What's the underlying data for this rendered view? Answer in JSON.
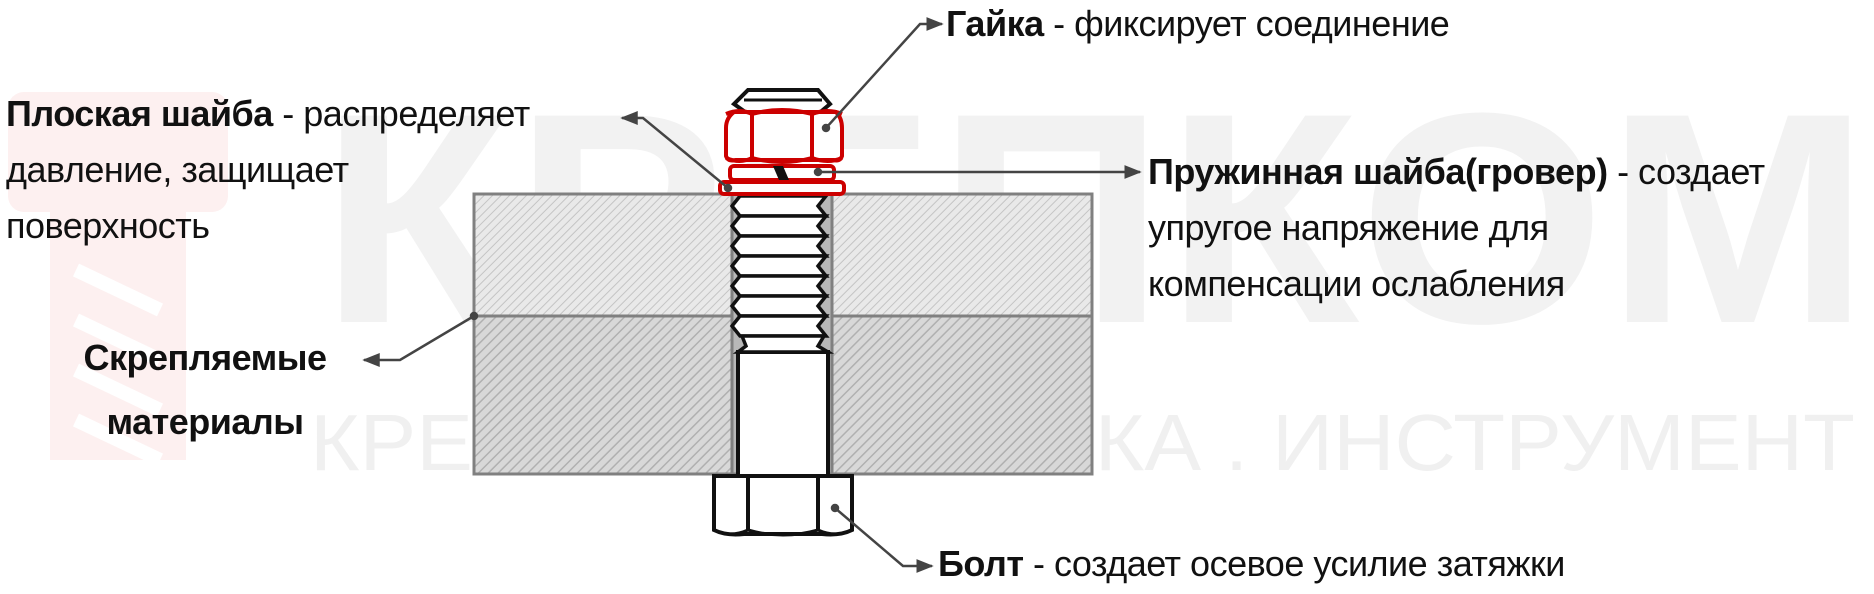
{
  "watermark": {
    "big_text": "КРЕПКОМ",
    "tagline": "КРЕПЕЖ . ОСНАСТКА . ИНСТРУМЕНТ",
    "color": "#f2f2f2",
    "logo_color": "#fdeeee"
  },
  "colors": {
    "highlight_red": "#cc0000",
    "outline": "#111111",
    "plate_border": "#808080",
    "plate_upper_fill": "#e4e4e4",
    "plate_lower_fill": "#d4d4d4",
    "leader": "#444444"
  },
  "labels": {
    "nut": {
      "title": "Гайка",
      "desc": " - фиксирует соединение"
    },
    "flat_washer": {
      "title": "Плоская шайба",
      "desc_line1": " - распределяет",
      "desc_line2": "давление, защищает",
      "desc_line3": "поверхность"
    },
    "spring_washer": {
      "title": "Пружинная шайба(гровер)",
      "desc_line1": " - создает",
      "desc_line2": "упругое напряжение для",
      "desc_line3": "компенсации ослабления"
    },
    "materials": {
      "line1": "Скрепляемые",
      "line2": "материалы"
    },
    "bolt": {
      "title": "Болт",
      "desc": " - создает осевое усилие затяжки"
    }
  }
}
